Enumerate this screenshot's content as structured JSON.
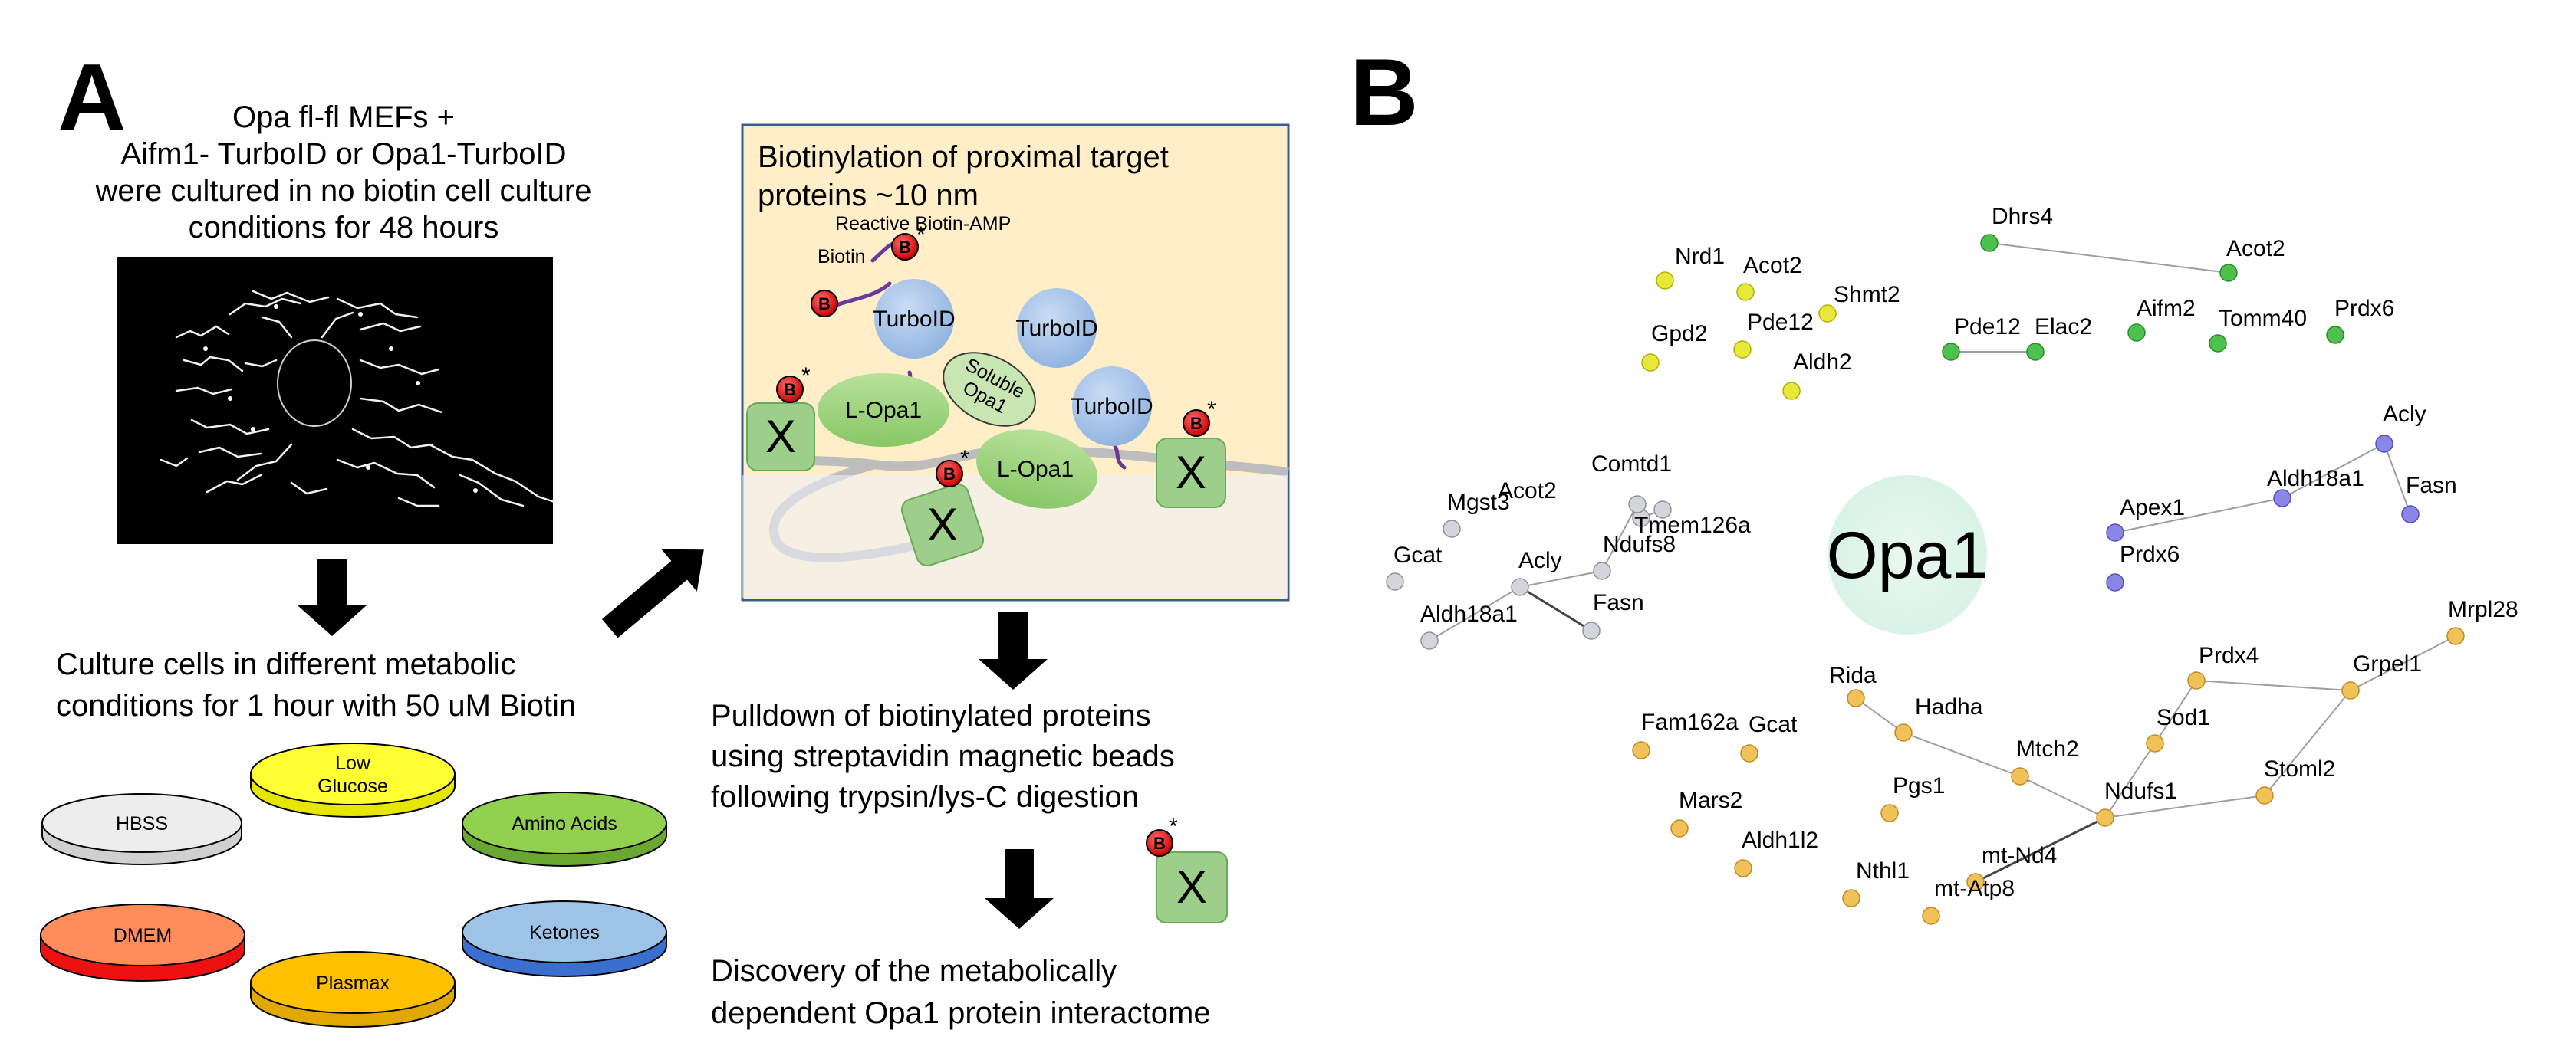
{
  "panel_a": {
    "letter": "A",
    "intro": [
      "Opa fl-fl MEFs +",
      "Aifm1- TurboID or Opa1-TurboID",
      "were cultured in no biotin cell culture",
      "conditions for 48 hours"
    ],
    "step_culture": [
      "Culture cells in different metabolic",
      "conditions for 1 hour with 50 uM Biotin"
    ],
    "conditions": [
      {
        "label": "HBSS",
        "color": "#ededed"
      },
      {
        "label": "Low Glucose",
        "color": "#ffff33"
      },
      {
        "label": "Amino Acids",
        "color": "#92d050"
      },
      {
        "label": "DMEM",
        "color": "#ff8c5a"
      },
      {
        "label": "Plasmax",
        "color": "#ffc000"
      },
      {
        "label": "Ketones",
        "color": "#9dc3e6"
      }
    ],
    "inset": {
      "title": [
        "Biotinylation of proximal target",
        "proteins ~10 nm"
      ],
      "reactive": "Reactive Biotin-AMP",
      "biotin": "Biotin",
      "b": "B",
      "star": "*",
      "turboid": "TurboID",
      "lopa1": "L-Opa1",
      "soluble": [
        "Soluble",
        "Opa1"
      ],
      "x": "X"
    },
    "step_pulldown": [
      "Pulldown of biotinylated proteins",
      "using streptavidin magnetic beads",
      "following trypsin/lys-C digestion"
    ],
    "step_discovery": [
      "Discovery of the metabolically",
      "dependent Opa1 protein interactome"
    ]
  },
  "panel_b": {
    "letter": "B",
    "center": "Opa1",
    "colors": {
      "yellow": "#e8e83a",
      "green": "#4cc24c",
      "grey": "#d4d4dc",
      "blue": "#8a86e8",
      "orange": "#f2c25a"
    },
    "clusters": [
      {
        "name": "yellow",
        "nodes": [
          "Nrd1",
          "Acot2",
          "Shmt2",
          "Gpd2",
          "Pde12",
          "Aldh2"
        ]
      },
      {
        "name": "green",
        "nodes": [
          "Dhrs4",
          "Acot2",
          "Pde12",
          "Elac2",
          "Aifm2",
          "Tomm40",
          "Prdx6"
        ]
      },
      {
        "name": "grey",
        "nodes": [
          "Acot2",
          "Comtd1",
          "Tmem126a",
          "Mgst3",
          "Ndufs8",
          "Gcat",
          "Acly",
          "Fasn",
          "Aldh18a1"
        ]
      },
      {
        "name": "blue",
        "nodes": [
          "Acly",
          "Fasn",
          "Aldh18a1",
          "Apex1",
          "Prdx6"
        ]
      },
      {
        "name": "orange",
        "nodes": [
          "Mrpl28",
          "Prdx4",
          "Grpel1",
          "Rida",
          "Sod1",
          "Hadha",
          "Fam162a",
          "Gcat",
          "Mtch2",
          "Stoml2",
          "Ndufs1",
          "Pgs1",
          "Mars2",
          "mt-Nd4",
          "Aldh1l2",
          "Nthl1",
          "mt-Atp8"
        ]
      }
    ]
  }
}
